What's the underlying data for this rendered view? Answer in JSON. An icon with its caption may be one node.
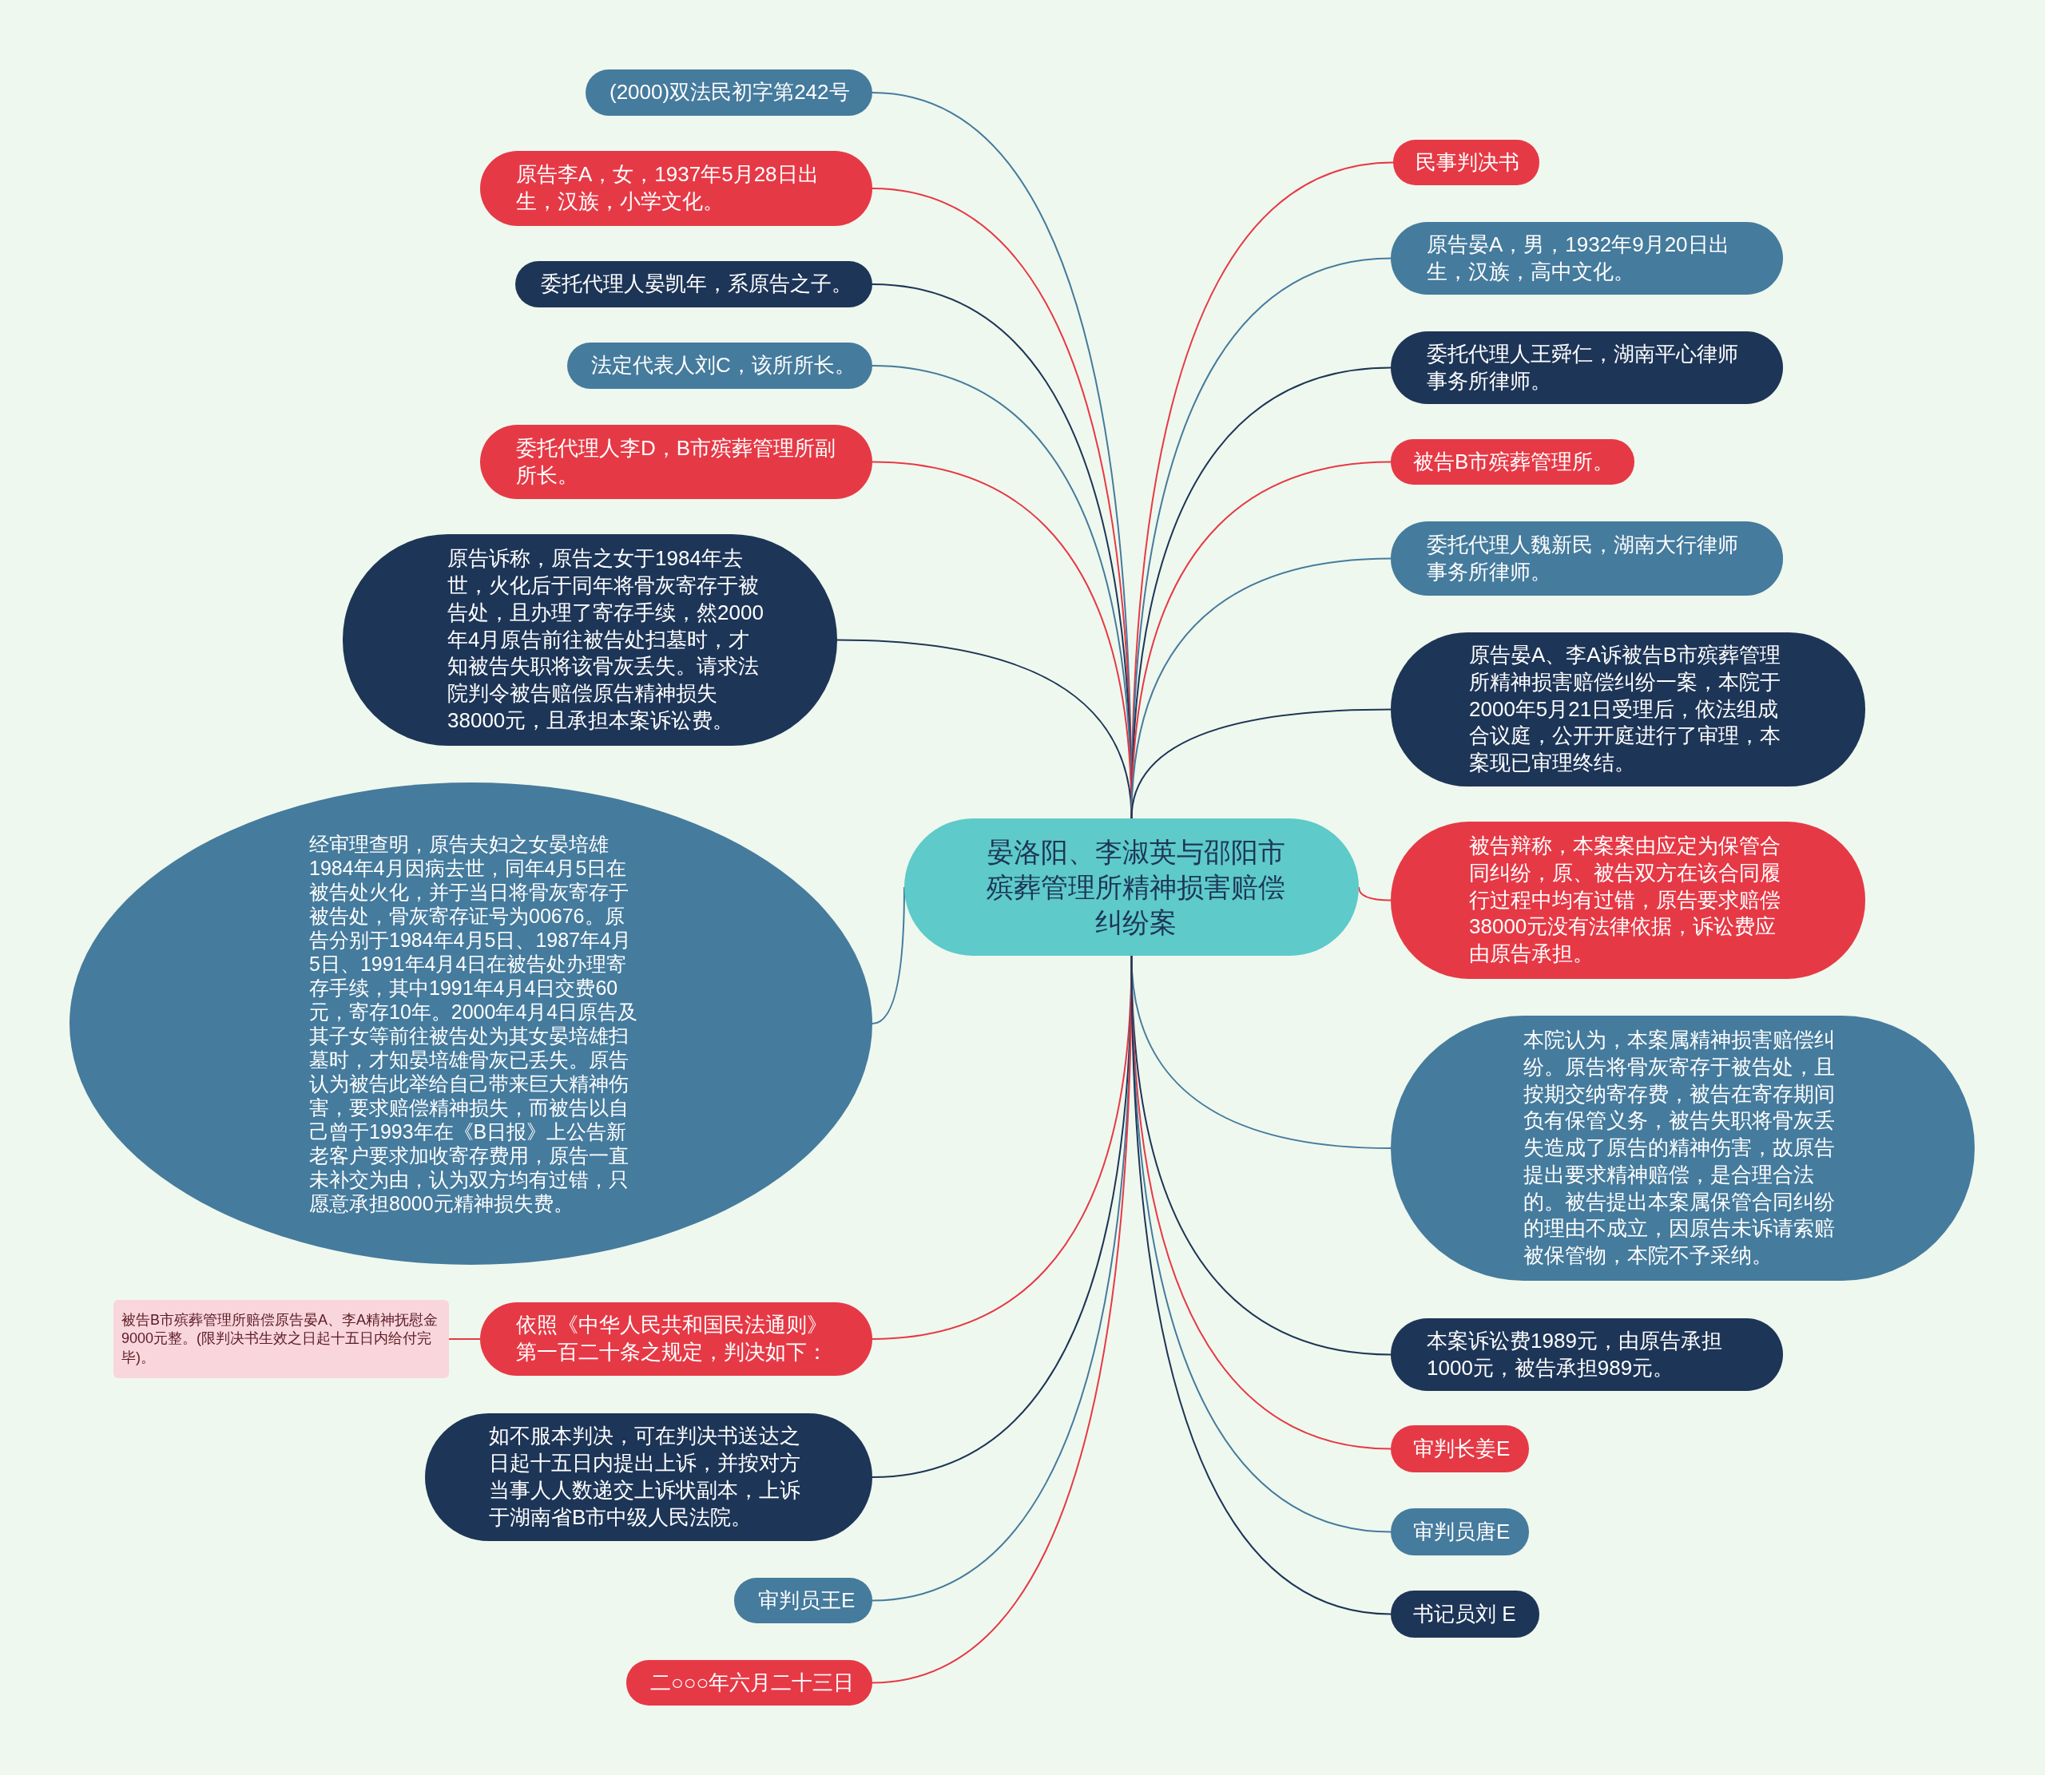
{
  "diagram": {
    "nodes": [
      {
        "text": [
          "晏洛阳、李淑英与邵阳市殡葬管理所精神损害赔偿纠纷案"
        ]
      },
      {
        "text": [
          "(2000)双法民初字第242号"
        ]
      },
      {
        "text": [
          "原告李A，女，1937年5月28日出生，汉族，小学文化。"
        ]
      },
      {
        "text": [
          "委托代理人晏凯年，系原告之子。"
        ]
      },
      {
        "text": [
          "法定代表人刘C，该所所长。"
        ]
      },
      {
        "text": [
          "委托代理人李D，B市殡葬管理所副所长。"
        ]
      },
      {
        "text": [
          "原告诉称，原告之女于1984年去世，火化后于同年将骨灰寄存于被告处，且办理了寄存手续，然2000年4月原告前往被告处扫墓时，才知被告失职将该骨灰丢失。请求法院判令被告赔偿原告精神损失38000元，且承担本案诉讼费。"
        ]
      },
      {
        "text": [
          "经审理查明，原告夫妇之女晏培雄1984年4月因病去世，同年4月5日在被告处火化，并于当日将骨灰寄存于被告处，骨灰寄存证号为00676。原告分别于1984年4月5日、1987年4月5日、1991年4月4日在被告处办理寄存手续，其中1991年4月4日交费60元，寄存10年。2000年4月4日原告及其子女等前往被告处为其女晏培雄扫墓时，才知晏培雄骨灰已丢失。原告认为被告此举给自己带来巨大精神伤害，要求赔偿精神损失，而被告以自己曾于1993年在《B日报》上公告新老客户要求加收寄存费用，原告一直未补交为由，认为双方均有过错，只愿意承担8000元精神损失费。"
        ]
      },
      {
        "text": [
          "依照《中华人民共和国民法通则》第一百二十条之规定，判决如下："
        ]
      },
      {
        "text": [
          "被告B市殡葬管理所赔偿原告晏A、李A精神抚慰金9000元整。(限判决书生效之日起十五日内给付完毕)。"
        ]
      },
      {
        "text": [
          "如不服本判决，可在判决书送达之日起十五日内提出上诉，并按对方当事人人数递交上诉状副本，上诉于湖南省B市中级人民法院。"
        ]
      },
      {
        "text": [
          "审判员王E"
        ]
      },
      {
        "text": [
          "二○○○年六月二十三日"
        ]
      },
      {
        "text": [
          "民事判决书"
        ]
      },
      {
        "text": [
          "原告晏A，男，1932年9月20日出生，汉族，高中文化。"
        ]
      },
      {
        "text": [
          "委托代理人王舜仁，湖南平心律师事务所律师。"
        ]
      },
      {
        "text": [
          "被告B市殡葬管理所。"
        ]
      },
      {
        "text": [
          "委托代理人魏新民，湖南大行律师事务所律师。"
        ]
      },
      {
        "text": [
          "原告晏A、李A诉被告B市殡葬管理所精神损害赔偿纠纷一案，本院于2000年5月21日受理后，依法组成合议庭，公开开庭进行了审理，本案现已审理终结。"
        ]
      },
      {
        "text": [
          "被告辩称，本案案由应定为保管合同纠纷，原、被告双方在该合同履行过程中均有过错，原告要求赔偿38000元没有法律依据，诉讼费应由原告承担。"
        ]
      },
      {
        "text": [
          "本院认为，本案属精神损害赔偿纠纷。原告将骨灰寄存于被告处，且按期交纳寄存费，被告在寄存期间负有保管义务，被告失职将骨灰丢失造成了原告的精神伤害，故原告提出要求精神赔偿，是合理合法的。被告提出本案属保管合同纠纷的理由不成立，因原告未诉请索赔被保管物，本院不予采纳。"
        ]
      },
      {
        "text": [
          "本案诉讼费1989元，由原告承担1000元，被告承担989元。"
        ]
      },
      {
        "text": [
          "审判长姜E"
        ]
      },
      {
        "text": [
          "审判员唐E"
        ]
      },
      {
        "text": [
          "书记员刘 E"
        ]
      }
    ],
    "edges": [
      {
        "from": 0,
        "to": 1,
        "arrow": "none",
        "color": "#457b9d"
      },
      {
        "from": 0,
        "to": 2,
        "arrow": "none",
        "color": "#e63946"
      },
      {
        "from": 0,
        "to": 3,
        "arrow": "none",
        "color": "#1d3557"
      },
      {
        "from": 0,
        "to": 4,
        "arrow": "none",
        "color": "#457b9d"
      },
      {
        "from": 0,
        "to": 5,
        "arrow": "none",
        "color": "#e63946"
      },
      {
        "from": 0,
        "to": 6,
        "arrow": "none",
        "color": "#1d3557"
      },
      {
        "from": 0,
        "to": 7,
        "arrow": "none",
        "color": "#457b9d"
      },
      {
        "from": 0,
        "to": 8,
        "arrow": "none",
        "color": "#e63946"
      },
      {
        "from": 8,
        "to": 9,
        "arrow": "none",
        "color": "#e63946"
      },
      {
        "from": 0,
        "to": 10,
        "arrow": "none",
        "color": "#1d3557"
      },
      {
        "from": 0,
        "to": 11,
        "arrow": "none",
        "color": "#457b9d"
      },
      {
        "from": 0,
        "to": 12,
        "arrow": "none",
        "color": "#e63946"
      },
      {
        "from": 0,
        "to": 13,
        "arrow": "none",
        "color": "#e63946"
      },
      {
        "from": 0,
        "to": 14,
        "arrow": "none",
        "color": "#457b9d"
      },
      {
        "from": 0,
        "to": 15,
        "arrow": "none",
        "color": "#1d3557"
      },
      {
        "from": 0,
        "to": 16,
        "arrow": "none",
        "color": "#e63946"
      },
      {
        "from": 0,
        "to": 17,
        "arrow": "none",
        "color": "#457b9d"
      },
      {
        "from": 0,
        "to": 18,
        "arrow": "none",
        "color": "#1d3557"
      },
      {
        "from": 0,
        "to": 19,
        "arrow": "none",
        "color": "#e63946"
      },
      {
        "from": 0,
        "to": 20,
        "arrow": "none",
        "color": "#457b9d"
      },
      {
        "from": 0,
        "to": 21,
        "arrow": "none",
        "color": "#1d3557"
      },
      {
        "from": 0,
        "to": 22,
        "arrow": "none",
        "color": "#e63946"
      },
      {
        "from": 0,
        "to": 23,
        "arrow": "none",
        "color": "#457b9d"
      },
      {
        "from": 0,
        "to": 24,
        "arrow": "none",
        "color": "#1d3557"
      }
    ]
  }
}
